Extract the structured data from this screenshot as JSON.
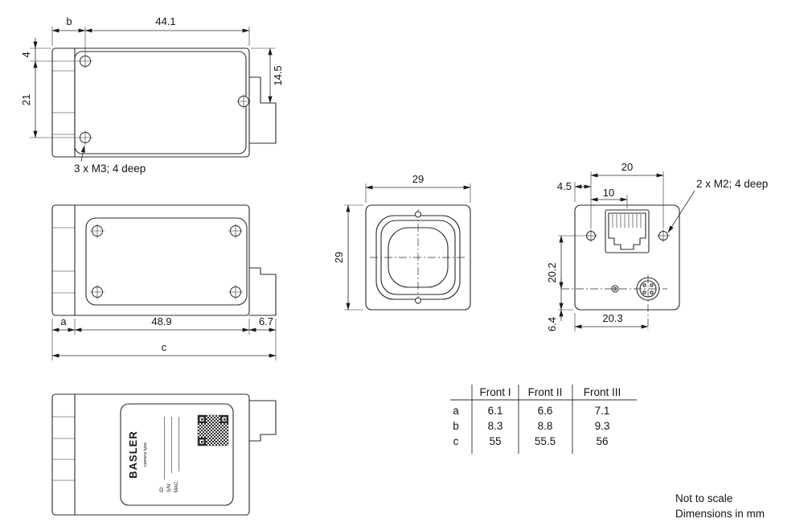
{
  "views": {
    "top": {
      "dim_b": "b",
      "dim_width": "44.1",
      "dim_offset_top": "4",
      "dim_screw_spacing": "21",
      "dim_connector_offset": "14.5",
      "screw_note": "3 x M3; 4 deep"
    },
    "side": {
      "dim_a": "a",
      "dim_body_length": "48.9",
      "dim_connector_length": "6.7",
      "dim_total": "c"
    },
    "front": {
      "dim_width": "29",
      "dim_height": "29"
    },
    "back": {
      "dim_screw_spacing": "20",
      "dim_edge_offset": "4.5",
      "dim_jack_offset": "10",
      "screw_note": "2 x M2; 4 deep",
      "dim_height": "20.2",
      "dim_bottom_offset": "6.4",
      "dim_connector_x": "20.3"
    },
    "bottom": {
      "brand": "BASLER",
      "brand_sub": "camera type",
      "field_id": "ID:",
      "field_sn": "S/N:",
      "field_mac": "MAC:"
    }
  },
  "table": {
    "col_headers": [
      "Front I",
      "Front II",
      "Front III"
    ],
    "rows": [
      {
        "label": "a",
        "values": [
          "6.1",
          "6.6",
          "7.1"
        ]
      },
      {
        "label": "b",
        "values": [
          "8.3",
          "8.8",
          "9.3"
        ]
      },
      {
        "label": "c",
        "values": [
          "55",
          "55.5",
          "56"
        ]
      }
    ]
  },
  "notes": {
    "scale": "Not to scale",
    "units": "Dimensions in mm"
  }
}
